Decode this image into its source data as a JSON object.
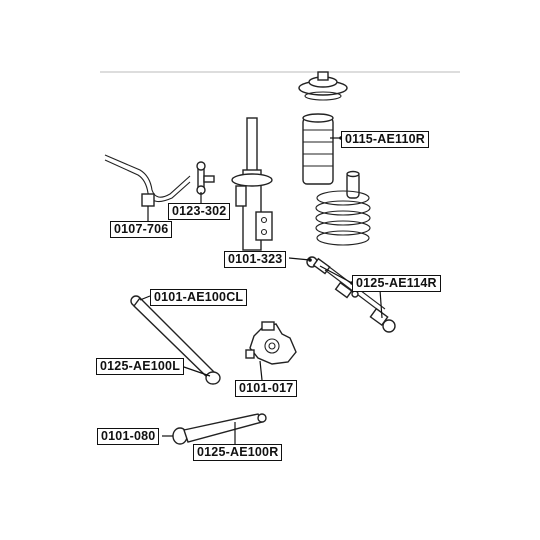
{
  "part_labels": {
    "top_mount": "0115-AE110R",
    "stabilizer_bushing": "0107-706",
    "stabilizer_link": "0123-302",
    "lateral_link_inner": "0101-323",
    "lateral_link_right": "0125-AE114R",
    "control_arm_bushing": "0101-AE100CL",
    "control_arm_left": "0125-AE100L",
    "knuckle_bushing": "0101-017",
    "trailing_bushing": "0101-080",
    "trailing_arm_right": "0125-AE100R"
  },
  "colors": {
    "ink": "#111111",
    "background": "#ffffff"
  }
}
